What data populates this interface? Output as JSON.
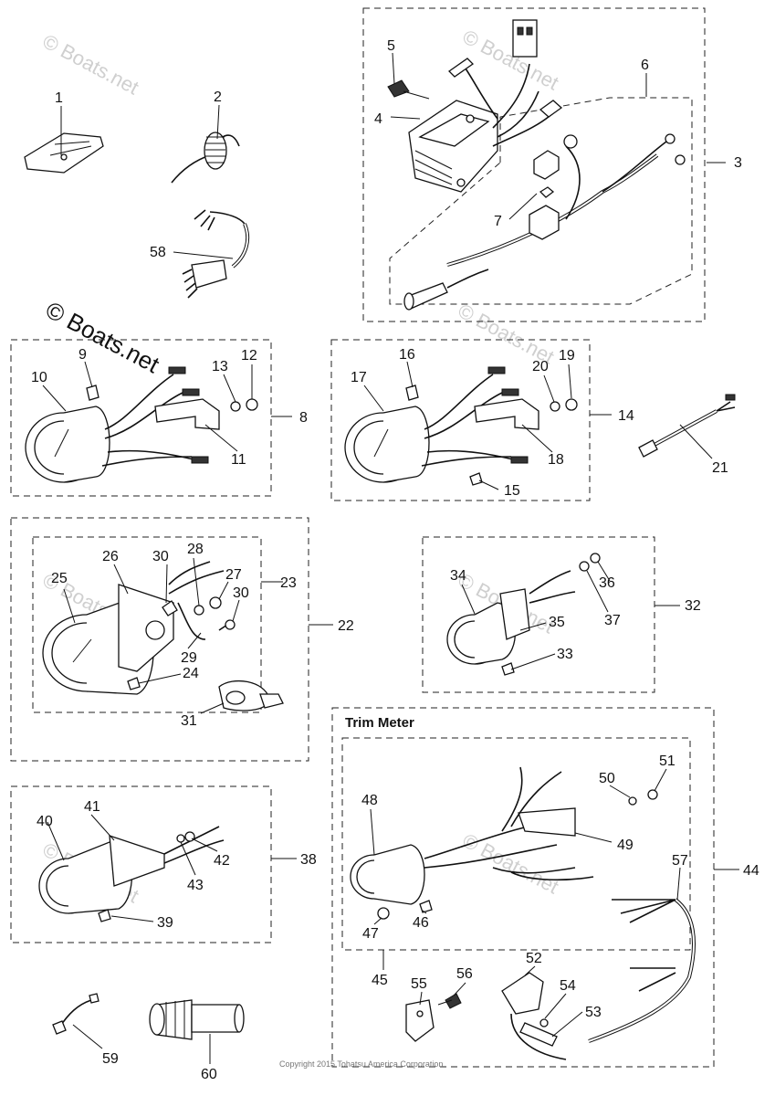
{
  "watermarks": {
    "top_left": "© Boats.net",
    "top_right": "© Boats.net",
    "mid_left": "© Boats.net",
    "mid_right": "© Boats.net",
    "meter_right": "© Boats.net",
    "trim_right": "© Boats.net",
    "bottom_left": "© Boats.net",
    "main": "© Boats.net"
  },
  "trim_meter_title": "Trim Meter",
  "copyright": "Copyright 2015 Tohatsu America Corporation",
  "callouts": {
    "c1": "1",
    "c2": "2",
    "c3": "3",
    "c4": "4",
    "c5": "5",
    "c6": "6",
    "c7": "7",
    "c8": "8",
    "c9": "9",
    "c10": "10",
    "c11": "11",
    "c12": "12",
    "c13": "13",
    "c14": "14",
    "c15": "15",
    "c16": "16",
    "c17": "17",
    "c18": "18",
    "c19": "19",
    "c20": "20",
    "c21": "21",
    "c22": "22",
    "c23": "23",
    "c24": "24",
    "c25": "25",
    "c26": "26",
    "c27": "27",
    "c28": "28",
    "c29": "29",
    "c30a": "30",
    "c30b": "30",
    "c31": "31",
    "c32": "32",
    "c33": "33",
    "c34": "34",
    "c35": "35",
    "c36": "36",
    "c37": "37",
    "c38": "38",
    "c39": "39",
    "c40": "40",
    "c41": "41",
    "c42": "42",
    "c43": "43",
    "c44": "44",
    "c45": "45",
    "c46": "46",
    "c47": "47",
    "c48": "48",
    "c49": "49",
    "c50": "50",
    "c51": "51",
    "c52": "52",
    "c53": "53",
    "c54": "54",
    "c55": "55",
    "c56": "56",
    "c57": "57",
    "c58": "58",
    "c59": "59",
    "c60": "60"
  }
}
